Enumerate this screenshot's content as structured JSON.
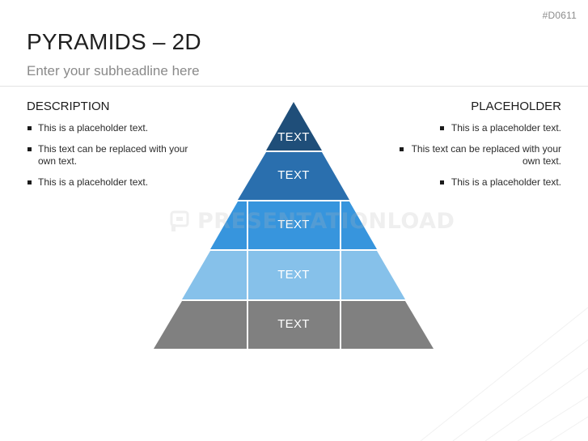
{
  "slide": {
    "code": "#D0611",
    "title": "PYRAMIDS – 2D",
    "subtitle": "Enter your subheadline here"
  },
  "left_panel": {
    "heading": "DESCRIPTION",
    "items": [
      "This is a placeholder text.",
      "This text can be replaced with your own text.",
      "This is a placeholder text."
    ]
  },
  "right_panel": {
    "heading": "PLACEHOLDER",
    "items": [
      "This is a placeholder text.",
      "This text can be replaced with your own text.",
      "This is a placeholder text."
    ]
  },
  "pyramid": {
    "tiers": [
      {
        "label": "TEXT",
        "color": "#1f4e79"
      },
      {
        "label": "TEXT",
        "color": "#2a6fae"
      },
      {
        "label": "TEXT",
        "color": "#3795dd"
      },
      {
        "label": "TEXT",
        "color": "#86c1ea"
      },
      {
        "label": "TEXT",
        "color": "#808080"
      }
    ]
  },
  "watermark": {
    "text": "PRESENTATIONLOAD",
    "icon": "presentationload-logo-icon"
  }
}
